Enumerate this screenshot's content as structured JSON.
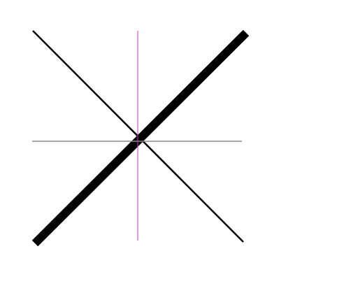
{
  "figure": {
    "background_color": "#ffffff",
    "lines": [
      {
        "name": "thin-diagonal-line",
        "direction": "top-left-to-bottom-right",
        "color": "#000000"
      },
      {
        "name": "thick-diagonal-line",
        "direction": "bottom-left-to-top-right",
        "color": "#000000"
      },
      {
        "name": "horizontal-guide-line",
        "direction": "horizontal",
        "color": "#888888"
      },
      {
        "name": "vertical-guide-line",
        "direction": "vertical",
        "color": "#cc33cc"
      }
    ]
  }
}
